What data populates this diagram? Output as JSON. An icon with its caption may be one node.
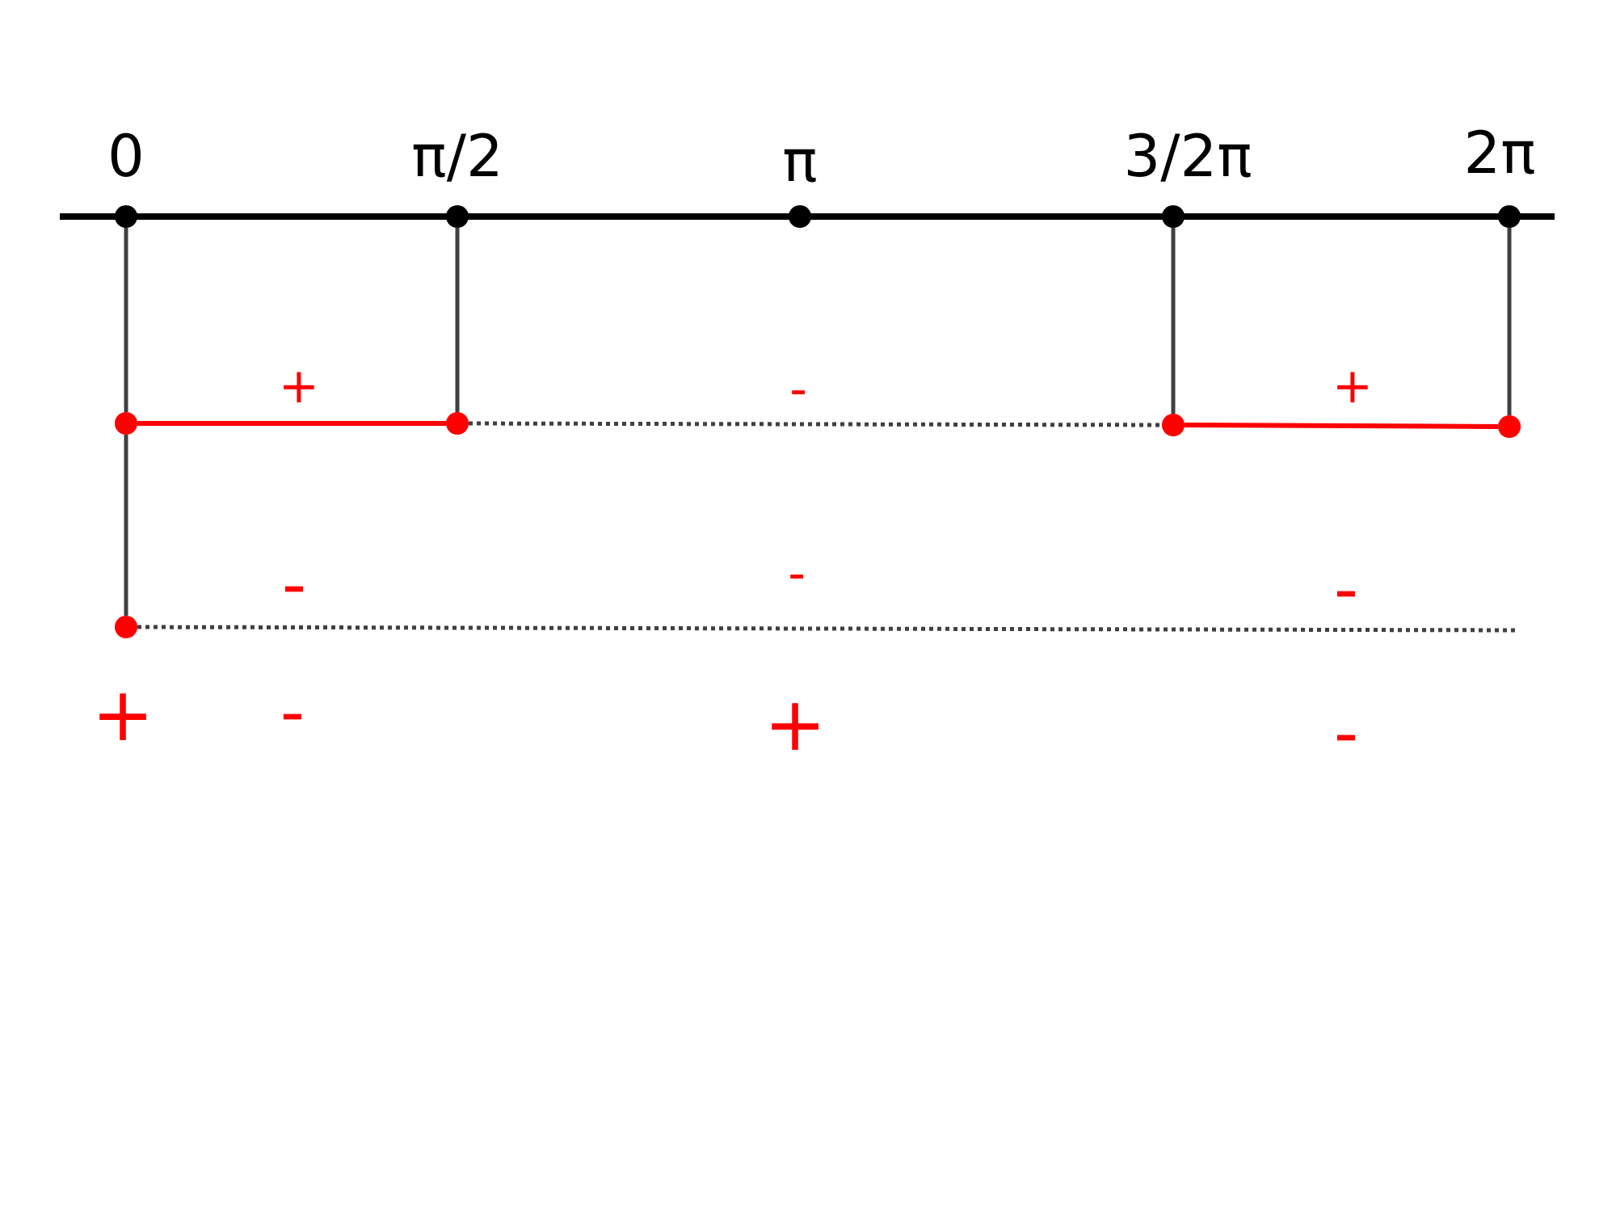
{
  "diagram": {
    "nodes": [
      {
        "text": [],
        "shape": "circle",
        "beside": [
          "0"
        ]
      },
      {
        "text": [],
        "shape": "circle",
        "beside": [
          "π/2"
        ]
      },
      {
        "text": [],
        "shape": "circle",
        "beside": [
          "π"
        ]
      },
      {
        "text": [],
        "shape": "circle",
        "beside": [
          "3/2π"
        ]
      },
      {
        "text": [],
        "shape": "circle",
        "beside": [
          "2π"
        ]
      },
      {
        "text": [],
        "shape": "circle"
      },
      {
        "text": [],
        "shape": "circle"
      },
      {
        "text": [],
        "shape": "circle"
      },
      {
        "text": [],
        "shape": "circle"
      },
      {
        "text": [],
        "shape": "circle"
      }
    ],
    "edges": [
      {
        "from": 0,
        "to": 5,
        "arrow": "none"
      },
      {
        "from": 5,
        "to": 9,
        "arrow": "none"
      },
      {
        "from": 1,
        "to": 6,
        "arrow": "none"
      },
      {
        "from": 3,
        "to": 7,
        "arrow": "none"
      },
      {
        "from": 4,
        "to": 8,
        "arrow": "none"
      },
      {
        "from": 5,
        "to": 6,
        "arrow": "none",
        "color": "#ff0000"
      },
      {
        "from": 6,
        "to": 7,
        "arrow": "none",
        "style": "dashed"
      },
      {
        "from": 7,
        "to": 8,
        "arrow": "none",
        "color": "#ff0000"
      },
      {
        "from": 9,
        "to": null,
        "arrow": "none",
        "style": "dashed"
      }
    ],
    "labels": [
      "+",
      "-",
      "+",
      "-",
      "-",
      "-",
      "+",
      "-",
      "+",
      "-"
    ]
  }
}
